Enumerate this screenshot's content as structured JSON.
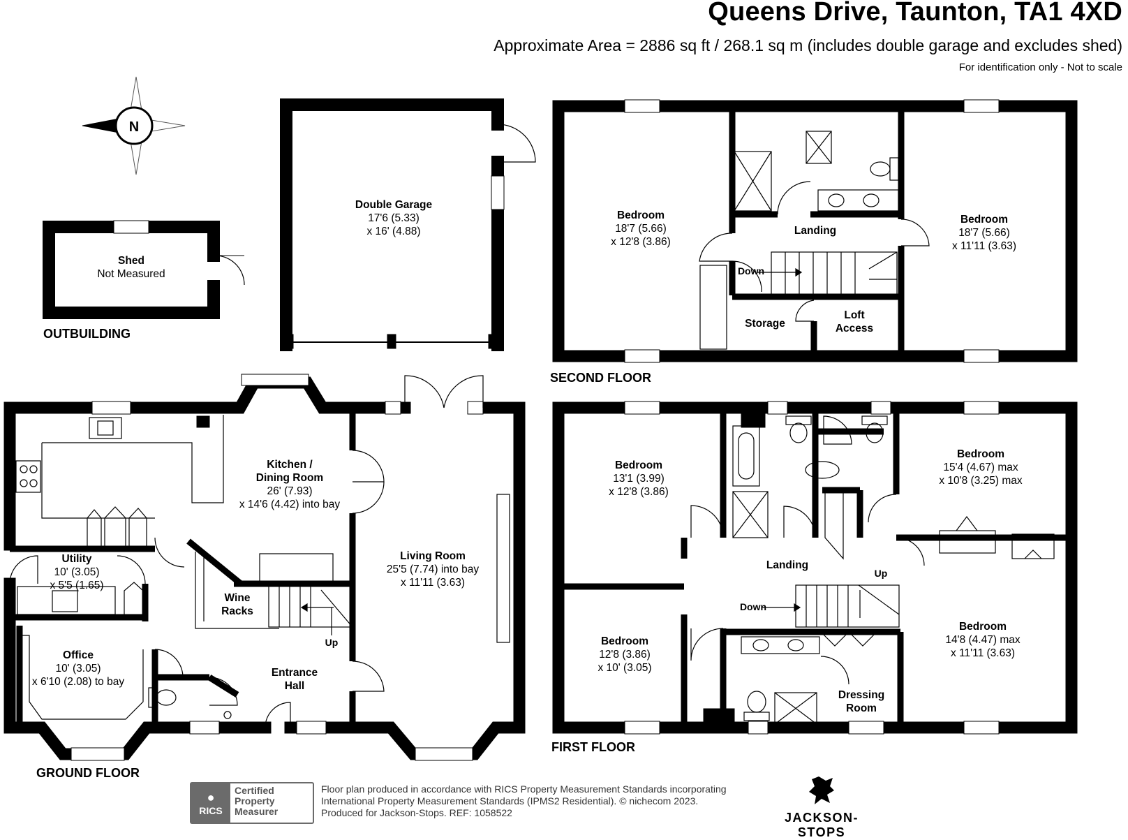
{
  "header": {
    "title": "Queens Drive, Taunton, TA1 4XD",
    "subtitle": "Approximate Area = 2886 sq ft / 268.1 sq m (includes double garage and excludes shed)",
    "note": "For identification only - Not to scale"
  },
  "compass": {
    "label": "N"
  },
  "floors": {
    "outbuilding": "OUTBUILDING",
    "ground": "GROUND FLOOR",
    "first": "FIRST FLOOR",
    "second": "SECOND FLOOR"
  },
  "rooms": {
    "shed": {
      "name": "Shed",
      "dim": "Not Measured"
    },
    "garage": {
      "name": "Double Garage",
      "dim1": "17'6 (5.33)",
      "dim2": "x 16' (4.88)"
    },
    "kitchen": {
      "name1": "Kitchen /",
      "name2": "Dining Room",
      "dim1": "26' (7.93)",
      "dim2": "x 14'6 (4.42) into bay"
    },
    "living": {
      "name": "Living Room",
      "dim1": "25'5 (7.74) into bay",
      "dim2": "x 11'11 (3.63)"
    },
    "utility": {
      "name": "Utility",
      "dim1": "10' (3.05)",
      "dim2": "x 5'5 (1.65)"
    },
    "office": {
      "name": "Office",
      "dim1": "10' (3.05)",
      "dim2": "x 6'10 (2.08) to bay"
    },
    "wine": {
      "name1": "Wine",
      "name2": "Racks"
    },
    "hall": {
      "name1": "Entrance",
      "name2": "Hall"
    },
    "gf_up": "Up",
    "sf_bed_left": {
      "name": "Bedroom",
      "dim1": "18'7 (5.66)",
      "dim2": "x 12'8 (3.86)"
    },
    "sf_bed_right": {
      "name": "Bedroom",
      "dim1": "18'7 (5.66)",
      "dim2": "x 11'11 (3.63)"
    },
    "sf_landing": "Landing",
    "sf_down": "Down",
    "storage": "Storage",
    "loft": {
      "name1": "Loft",
      "name2": "Access"
    },
    "ff_bed_tl": {
      "name": "Bedroom",
      "dim1": "13'1 (3.99)",
      "dim2": "x 12'8 (3.86)"
    },
    "ff_bed_bl": {
      "name": "Bedroom",
      "dim1": "12'8 (3.86)",
      "dim2": "x 10' (3.05)"
    },
    "ff_bed_tr": {
      "name": "Bedroom",
      "dim1": "15'4 (4.67) max",
      "dim2": "x 10'8 (3.25) max"
    },
    "ff_bed_br": {
      "name": "Bedroom",
      "dim1": "14'8 (4.47) max",
      "dim2": "x 11'11 (3.63)"
    },
    "ff_landing": "Landing",
    "ff_up": "Up",
    "ff_down": "Down",
    "dressing": {
      "name1": "Dressing",
      "name2": "Room"
    }
  },
  "footer": {
    "badge_left": "RICS",
    "badge_right": [
      "Certified",
      "Property",
      "Measurer"
    ],
    "line1": "Floor plan produced in accordance with RICS Property Measurement Standards incorporating",
    "line2": "International Property Measurement Standards (IPMS2 Residential).  © nichecom 2023.",
    "line3": "Produced for Jackson-Stops.   REF:  1058522",
    "brand": "JACKSON-STOPS"
  }
}
